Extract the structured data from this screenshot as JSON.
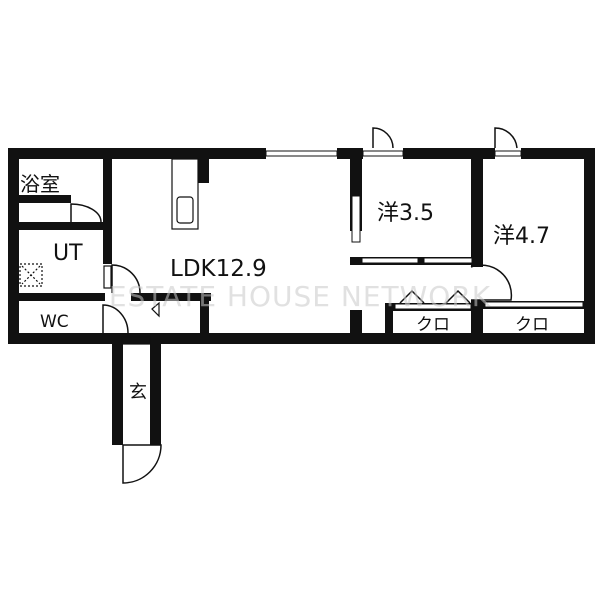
{
  "floorplan": {
    "rooms": {
      "bath": "浴室",
      "utility": "UT",
      "toilet": "WC",
      "entrance": "玄",
      "ldk": "LDK12.9",
      "western_room_1": "洋3.5",
      "western_room_2": "洋4.7",
      "closet_1": "クロ",
      "closet_2": "クロ"
    },
    "watermark": "ESTATE HOUSE NETWORK",
    "colors": {
      "wall": "#111111",
      "background": "#ffffff",
      "watermark": "#c9c9c9"
    }
  }
}
